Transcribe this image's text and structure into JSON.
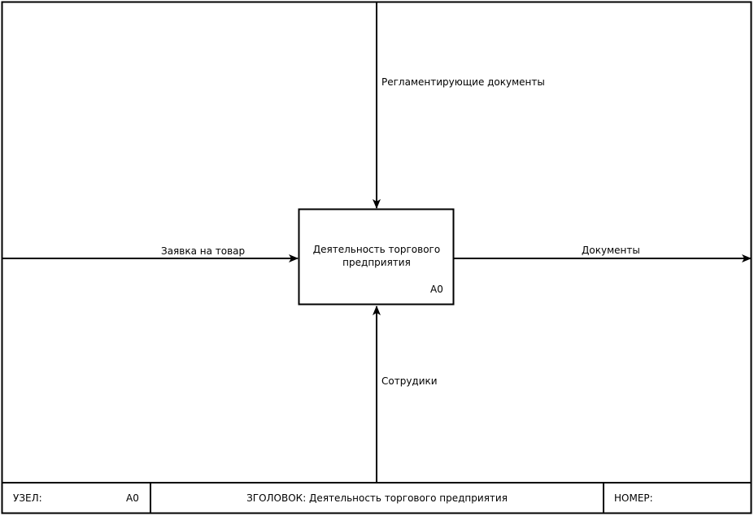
{
  "diagram": {
    "box": {
      "title": "Деятельность торгового предприятия",
      "node": "A0"
    },
    "arrows": {
      "control": "Регламентирующие документы",
      "input": "Заявка на товар",
      "output": "Документы",
      "mechanism": "Сотрудики"
    }
  },
  "footer": {
    "node_label": "УЗЕЛ:",
    "node_value": "A0",
    "title": "ЗГОЛОВОК: Деятельность торгового предприятия",
    "number_label": "НОМЕР:"
  }
}
